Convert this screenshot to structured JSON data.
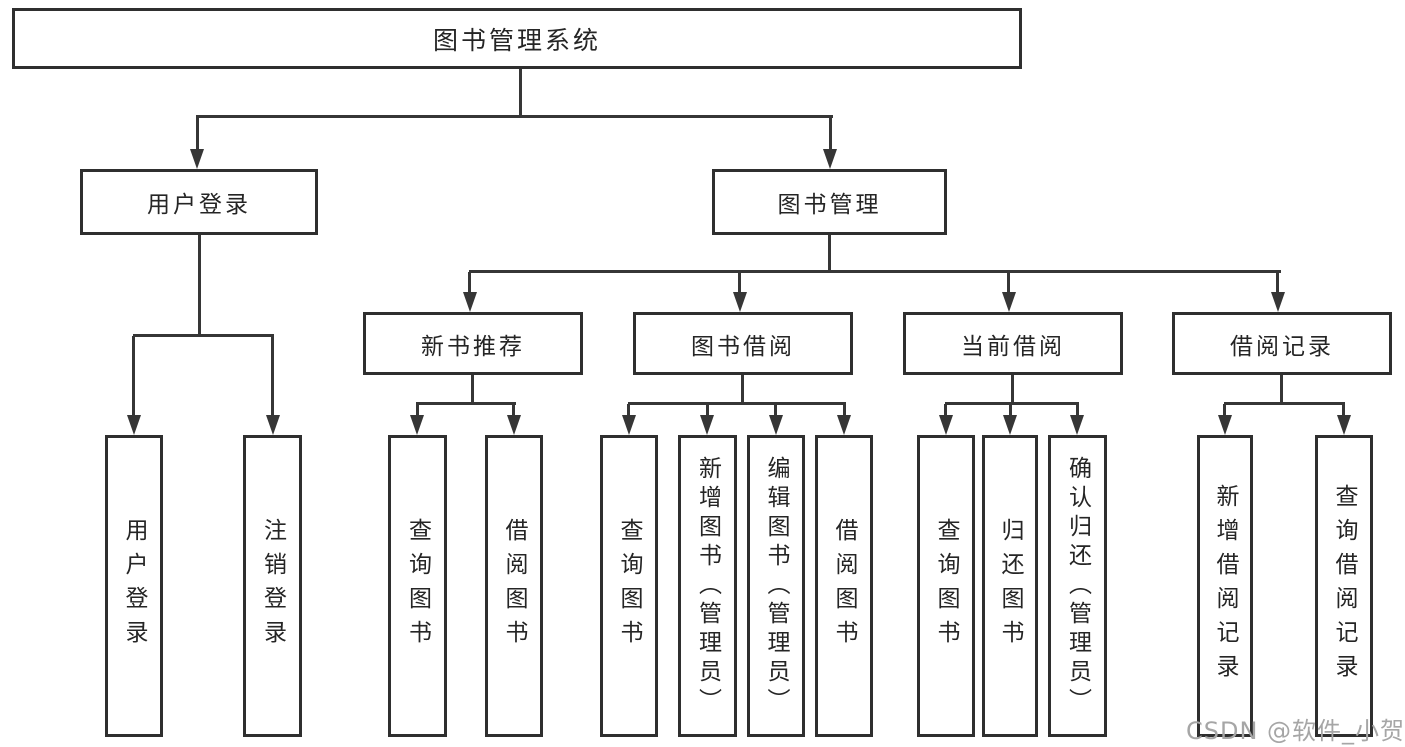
{
  "diagram": {
    "title": "图书管理系统",
    "root": {
      "label": "图书管理系统"
    },
    "branches": {
      "user_login": {
        "label": "用户登录",
        "children": [
          "用户登录",
          "注销登录"
        ]
      },
      "book_management": {
        "label": "图书管理",
        "sections": [
          {
            "label": "新书推荐",
            "children": [
              "查询图书",
              "借阅图书"
            ]
          },
          {
            "label": "图书借阅",
            "children": [
              "查询图书",
              "新增图书（管理员）",
              "编辑图书（管理员）",
              "借阅图书"
            ]
          },
          {
            "label": "当前借阅",
            "children": [
              "查询图书",
              "归还图书",
              "确认归还（管理员）"
            ]
          },
          {
            "label": "借阅记录",
            "children": [
              "新增借阅记录",
              "查询借阅记录"
            ]
          }
        ]
      }
    }
  },
  "watermark": {
    "text": "CSDN @软件_小贺同学",
    "color": "#a6a6a6"
  },
  "colors": {
    "line": "#363636",
    "box_border": "#2f2f2f",
    "text": "#252525",
    "background": "#ffffff"
  }
}
